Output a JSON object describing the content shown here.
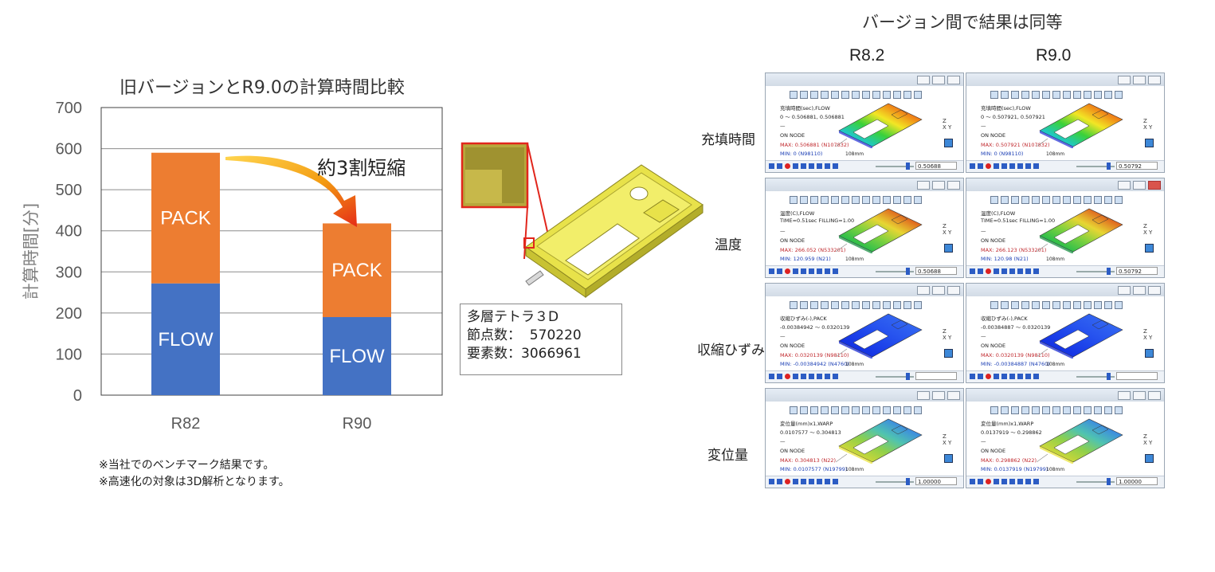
{
  "chart_data": {
    "type": "bar",
    "stacked": true,
    "title": "旧バージョンとR9.0の計算時間比較",
    "ylabel": "計算時間[分]",
    "xlabel": "",
    "ylim": [
      0,
      700
    ],
    "yticks": [
      0,
      100,
      200,
      300,
      400,
      500,
      600,
      700
    ],
    "categories": [
      "R82",
      "R90"
    ],
    "series": [
      {
        "name": "FLOW",
        "values": [
          272,
          190
        ],
        "color": "#4472c4"
      },
      {
        "name": "PACK",
        "values": [
          318,
          228
        ],
        "color": "#ed7d31"
      }
    ],
    "grid": true,
    "annotation": "約3割短縮"
  },
  "notes": [
    "※当社でのベンチマーク結果です。",
    "※高速化の対象は3D解析となります。"
  ],
  "model_info": {
    "line1": "多層テトラ３D",
    "line2": "節点数：  570220",
    "line3": "要素数：3066961"
  },
  "comparison": {
    "title": "バージョン間で結果は同等",
    "versions": [
      "R8.2",
      "R9.0"
    ],
    "rows": [
      {
        "label": "充填時間",
        "panels": [
          {
            "line1": "充填時間(sec),FLOW",
            "line2": "0 ～ 0.506881, 0.506881",
            "node": "ON NODE",
            "max": "MAX: 0.506881 (N107832)",
            "min": "MIN: 0 (N98110)",
            "scale": "108mm",
            "value": "0.50688",
            "colormap": "rainbow"
          },
          {
            "line1": "充填時間(sec),FLOW",
            "line2": "0 ～ 0.507921, 0.507921",
            "node": "ON NODE",
            "max": "MAX: 0.507921 (N107832)",
            "min": "MIN: 0 (N98110)",
            "scale": "108mm",
            "value": "0.50792",
            "colormap": "rainbow"
          }
        ]
      },
      {
        "label": "温度",
        "panels": [
          {
            "line1": "温度(C),FLOW",
            "line2": "TIME=0.51sec FILLING=1.00",
            "node": "ON NODE",
            "max": "MAX: 266.052 (N533201)",
            "min": "MIN: 120.959 (N21)",
            "scale": "108mm",
            "value": "0.50688",
            "colormap": "green-red"
          },
          {
            "line1": "温度(C),FLOW",
            "line2": "TIME=0.51sec FILLING=1.00",
            "node": "ON NODE",
            "max": "MAX: 266.123 (N533201)",
            "min": "MIN: 120.98 (N21)",
            "scale": "108mm",
            "value": "0.50792",
            "colormap": "green-red"
          }
        ]
      },
      {
        "label": "収縮ひずみ",
        "panels": [
          {
            "line1": "収縮ひずみ(-),PACK",
            "line2": "-0.00384942 ～ 0.0320139",
            "node": "ON NODE",
            "max": "MAX: 0.0320139 (N98110)",
            "min": "MIN: -0.00384942 (N4760)",
            "scale": "108mm",
            "value": "",
            "colormap": "blue"
          },
          {
            "line1": "収縮ひずみ(-),PACK",
            "line2": "-0.00384887 ～ 0.0320139",
            "node": "ON NODE",
            "max": "MAX: 0.0320139 (N98110)",
            "min": "MIN: -0.00384887 (N4760)",
            "scale": "108mm",
            "value": "",
            "colormap": "blue"
          }
        ]
      },
      {
        "label": "変位量",
        "panels": [
          {
            "line1": "変位量(mm)x1,WARP",
            "line2": "0.0107577 ～ 0.304813",
            "node": "ON NODE",
            "max": "MAX: 0.304813 (N22)",
            "min": "MIN: 0.0107577 (N19799)",
            "scale": "108mm",
            "value": "1.00000",
            "colormap": "yellow-blue"
          },
          {
            "line1": "変位量(mm)x1,WARP",
            "line2": "0.0137919 ～ 0.298862",
            "node": "ON NODE",
            "max": "MAX: 0.298862 (N22)",
            "min": "MIN: 0.0137919 (N19799)",
            "scale": "108mm",
            "value": "1.00000",
            "colormap": "yellow-blue"
          }
        ]
      }
    ]
  }
}
